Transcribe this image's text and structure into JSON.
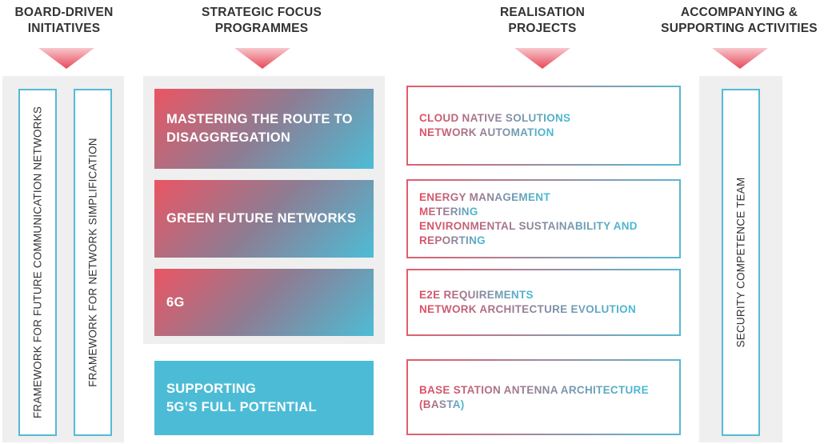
{
  "headers": {
    "board": [
      "BOARD-DRIVEN",
      "INITIATIVES"
    ],
    "focus": [
      "STRATEGIC FOCUS",
      "PROGRAMMES"
    ],
    "realisation": [
      "REALISATION",
      "PROJECTS"
    ],
    "supporting": [
      "ACCOMPANYING &",
      "SUPPORTING ACTIVITIES"
    ]
  },
  "board_initiatives": [
    "FRAMEWORK FOR FUTURE COMMUNICATION NETWORKS",
    "FRAMEWORK FOR NETWORK SIMPLIFICATION"
  ],
  "focus_programmes": [
    [
      "MASTERING THE ROUTE TO",
      "DISAGGREGATION"
    ],
    [
      "GREEN FUTURE NETWORKS"
    ],
    [
      "6G"
    ],
    [
      "SUPPORTING",
      "5G’S FULL POTENTIAL"
    ]
  ],
  "projects": [
    [
      "CLOUD NATIVE SOLUTIONS",
      "NETWORK AUTOMATION"
    ],
    [
      "ENERGY MANAGEMENT",
      "METERING",
      "ENVIRONMENTAL SUSTAINABILITY AND",
      "REPORTING"
    ],
    [
      "E2E REQUIREMENTS",
      "NETWORK ARCHITECTURE EVOLUTION"
    ],
    [
      "BASE STATION ANTENNA ARCHITECTURE",
      "(BASTA)"
    ]
  ],
  "supporting_activities": [
    "SECURITY COMPETENCE TEAM"
  ],
  "colors": {
    "gradient_start": "#ea5563",
    "gradient_end": "#4dbcd6",
    "accent_blue": "#4cbcd6",
    "panel_gray": "#efefef",
    "header_text": "#333333"
  }
}
